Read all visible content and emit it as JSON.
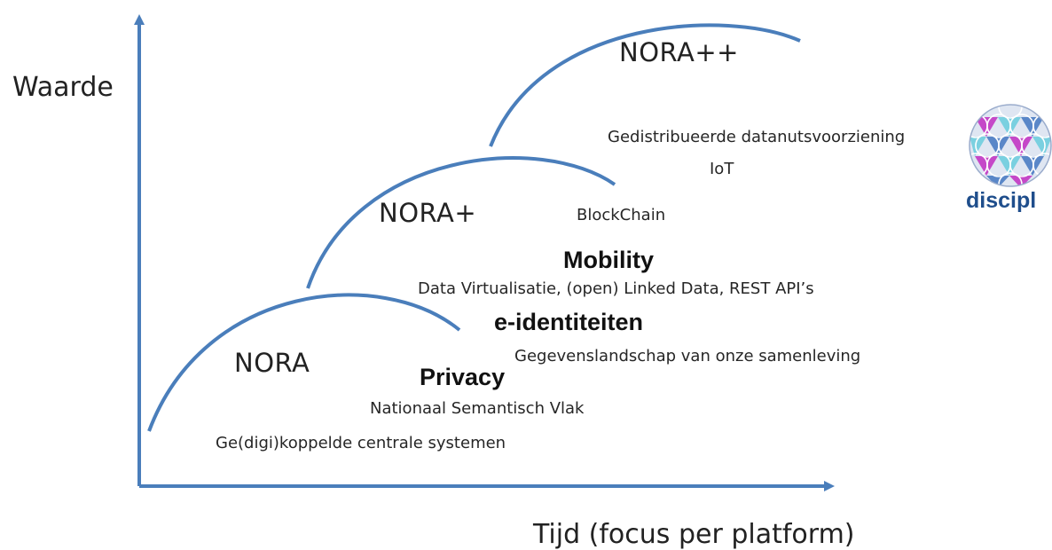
{
  "axes": {
    "y_label": "Waarde",
    "x_label": "Tijd (focus per platform)"
  },
  "platforms": [
    {
      "name": "NORA"
    },
    {
      "name": "NORA+"
    },
    {
      "name": "NORA++"
    }
  ],
  "items": {
    "gekoppelde_systemen": "Ge(digi)koppelde centrale systemen",
    "semantisch_vlak": "Nationaal Semantisch Vlak",
    "privacy": "Privacy",
    "gegevenslandschap": "Gegevenslandschap van onze samenleving",
    "e_identiteiten": "e-identiteiten",
    "data_virtualisatie": "Data Virtualisatie, (open) Linked Data, REST API’s",
    "mobility": "Mobility",
    "blockchain": "BlockChain",
    "iot": "IoT",
    "gedistribueerde": "Gedistribueerde datanutsvoorziening"
  },
  "logo": {
    "name": "discipl-logo",
    "text": "discipl",
    "colors": [
      "#c548c8",
      "#5a87c8",
      "#7ad0e0",
      "#ffffff"
    ]
  },
  "colors": {
    "curve": "#4a7ebb",
    "axis": "#4a7ebb"
  }
}
